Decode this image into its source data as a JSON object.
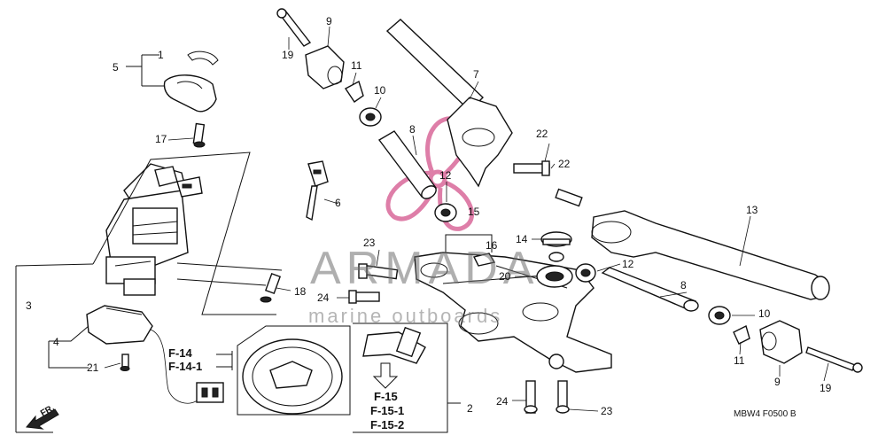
{
  "diagram": {
    "callouts": [
      {
        "id": "c1",
        "text": "1"
      },
      {
        "id": "c2",
        "text": "2"
      },
      {
        "id": "c3",
        "text": "3"
      },
      {
        "id": "c4",
        "text": "4"
      },
      {
        "id": "c5",
        "text": "5"
      },
      {
        "id": "c6",
        "text": "6"
      },
      {
        "id": "c7",
        "text": "7"
      },
      {
        "id": "c8a",
        "text": "8"
      },
      {
        "id": "c8b",
        "text": "8"
      },
      {
        "id": "c9a",
        "text": "9"
      },
      {
        "id": "c9b",
        "text": "9"
      },
      {
        "id": "c10a",
        "text": "10"
      },
      {
        "id": "c10b",
        "text": "10"
      },
      {
        "id": "c11a",
        "text": "11"
      },
      {
        "id": "c11b",
        "text": "11"
      },
      {
        "id": "c12a",
        "text": "12"
      },
      {
        "id": "c12b",
        "text": "12"
      },
      {
        "id": "c13",
        "text": "13"
      },
      {
        "id": "c14",
        "text": "14"
      },
      {
        "id": "c15",
        "text": "15"
      },
      {
        "id": "c16",
        "text": "16"
      },
      {
        "id": "c17",
        "text": "17"
      },
      {
        "id": "c18",
        "text": "18"
      },
      {
        "id": "c19a",
        "text": "19"
      },
      {
        "id": "c19b",
        "text": "19"
      },
      {
        "id": "c20",
        "text": "20"
      },
      {
        "id": "c21",
        "text": "21"
      },
      {
        "id": "c22a",
        "text": "22"
      },
      {
        "id": "c22b",
        "text": "22"
      },
      {
        "id": "c23a",
        "text": "23"
      },
      {
        "id": "c23b",
        "text": "23"
      },
      {
        "id": "c24a",
        "text": "24"
      },
      {
        "id": "c24b",
        "text": "24"
      }
    ],
    "references_left": [
      "F-14",
      "F-14-1"
    ],
    "references_bottom": [
      "F-15",
      "F-15-1",
      "F-15-2"
    ],
    "direction_label": "FR.",
    "drawing_code": "MBW4  F0500 B"
  },
  "watermark": {
    "brand": "ARMADA",
    "tagline": "marine outboards",
    "color": "#d9689a"
  }
}
